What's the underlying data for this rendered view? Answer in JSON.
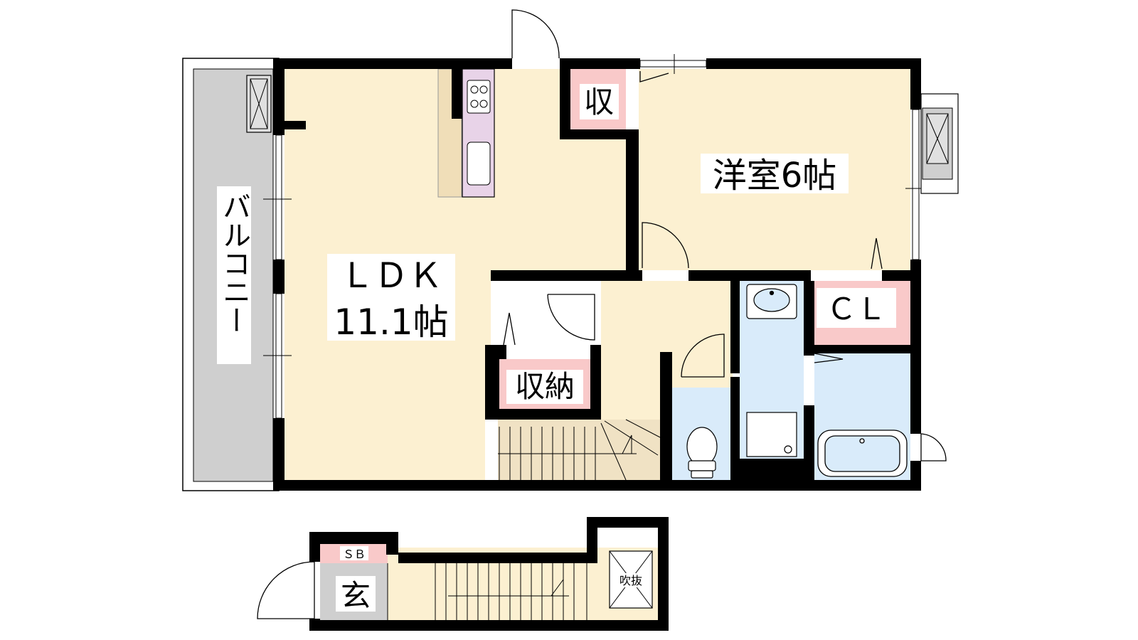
{
  "rooms": {
    "ldk_name": "ＬＤＫ",
    "ldk_size": "11.1帖",
    "western_room": "洋室6帖",
    "storage_small": "収",
    "storage": "収納",
    "closet": "ＣＬ",
    "balcony": "バルコニー",
    "entrance": "玄",
    "shoe_box": "ＳＢ",
    "void": "吹抜"
  },
  "colors": {
    "room_floor": "#fcf0d1",
    "storage_pink": "#f9c9c9",
    "wet_area_blue": "#d9ebfa",
    "balcony_gray": "#cfcfcf",
    "wall": "#000000",
    "kitchen_counter": "#e8d3e8"
  }
}
